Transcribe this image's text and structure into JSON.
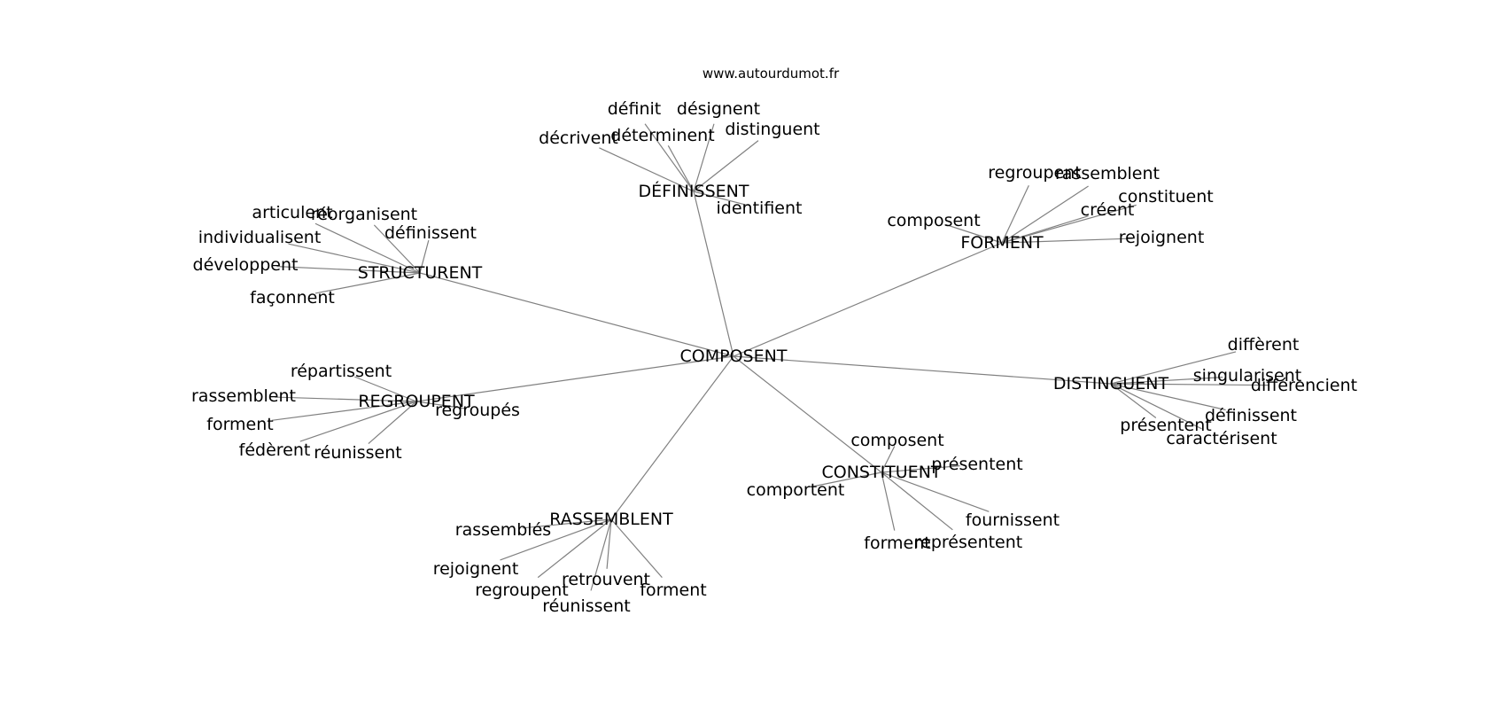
{
  "source": "www.autourdumot.fr",
  "center": "COMPOSENT",
  "clusters": [
    {
      "label": "DÉFINISSENT",
      "name": "definissent",
      "leaves": [
        "décrivent",
        "définit",
        "déterminent",
        "désignent",
        "distinguent",
        "identifient"
      ]
    },
    {
      "label": "FORMENT",
      "name": "forment",
      "leaves": [
        "regroupent",
        "rassemblent",
        "constituent",
        "créent",
        "composent",
        "rejoignent"
      ]
    },
    {
      "label": "STRUCTURENT",
      "name": "structurent",
      "leaves": [
        "articulent",
        "réorganisent",
        "individualisent",
        "définissent",
        "développent",
        "façonnent"
      ]
    },
    {
      "label": "REGROUPENT",
      "name": "regroupent",
      "leaves": [
        "répartissent",
        "rassemblent",
        "forment",
        "fédèrent",
        "réunissent",
        "regroupés"
      ]
    },
    {
      "label": "DISTINGUENT",
      "name": "distinguent",
      "leaves": [
        "diffèrent",
        "singularisent",
        "différencient",
        "définissent",
        "présentent",
        "caractérisent"
      ]
    },
    {
      "label": "CONSTITUENT",
      "name": "constituent",
      "leaves": [
        "composent",
        "présentent",
        "comportent",
        "fournissent",
        "forment",
        "représentent"
      ]
    },
    {
      "label": "RASSEMBLENT",
      "name": "rassemblent",
      "leaves": [
        "rassemblés",
        "rejoignent",
        "regroupent",
        "retrouvent",
        "réunissent",
        "forment"
      ]
    }
  ]
}
